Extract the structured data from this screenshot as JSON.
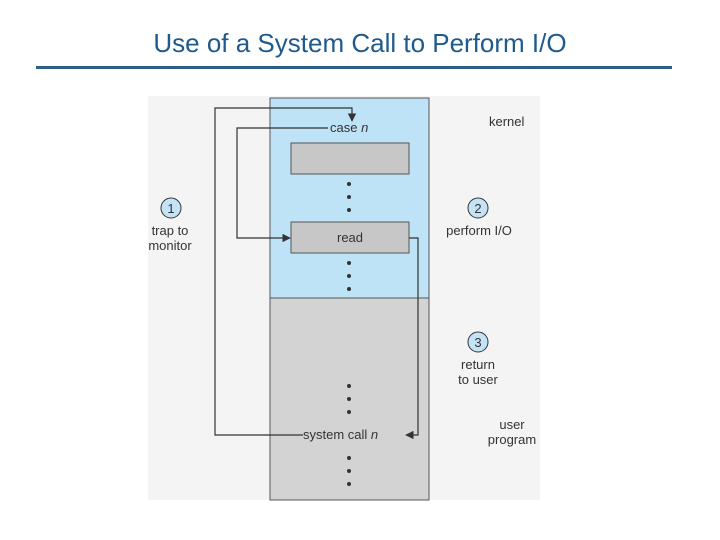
{
  "title": "Use of a System Call to Perform I/O",
  "diagram": {
    "kernel_label": "kernel",
    "user_label_line1": "user",
    "user_label_line2": "program",
    "case_text": "case ",
    "case_n": "n",
    "read_text": "read",
    "syscall_text": "system call ",
    "syscall_n": "n",
    "steps": [
      {
        "number": "1",
        "line1": "trap to",
        "line2": "monitor"
      },
      {
        "number": "2",
        "line1": "perform I/O",
        "line2": ""
      },
      {
        "number": "3",
        "line1": "return",
        "line2": "to user"
      }
    ],
    "colors": {
      "kernel_fill": "#bfe3f6",
      "user_fill": "#d3d3d3",
      "box_fill": "#c7c7c7",
      "step_circle_fill": "#c5e3f6",
      "title": "#1f5a8c"
    }
  }
}
